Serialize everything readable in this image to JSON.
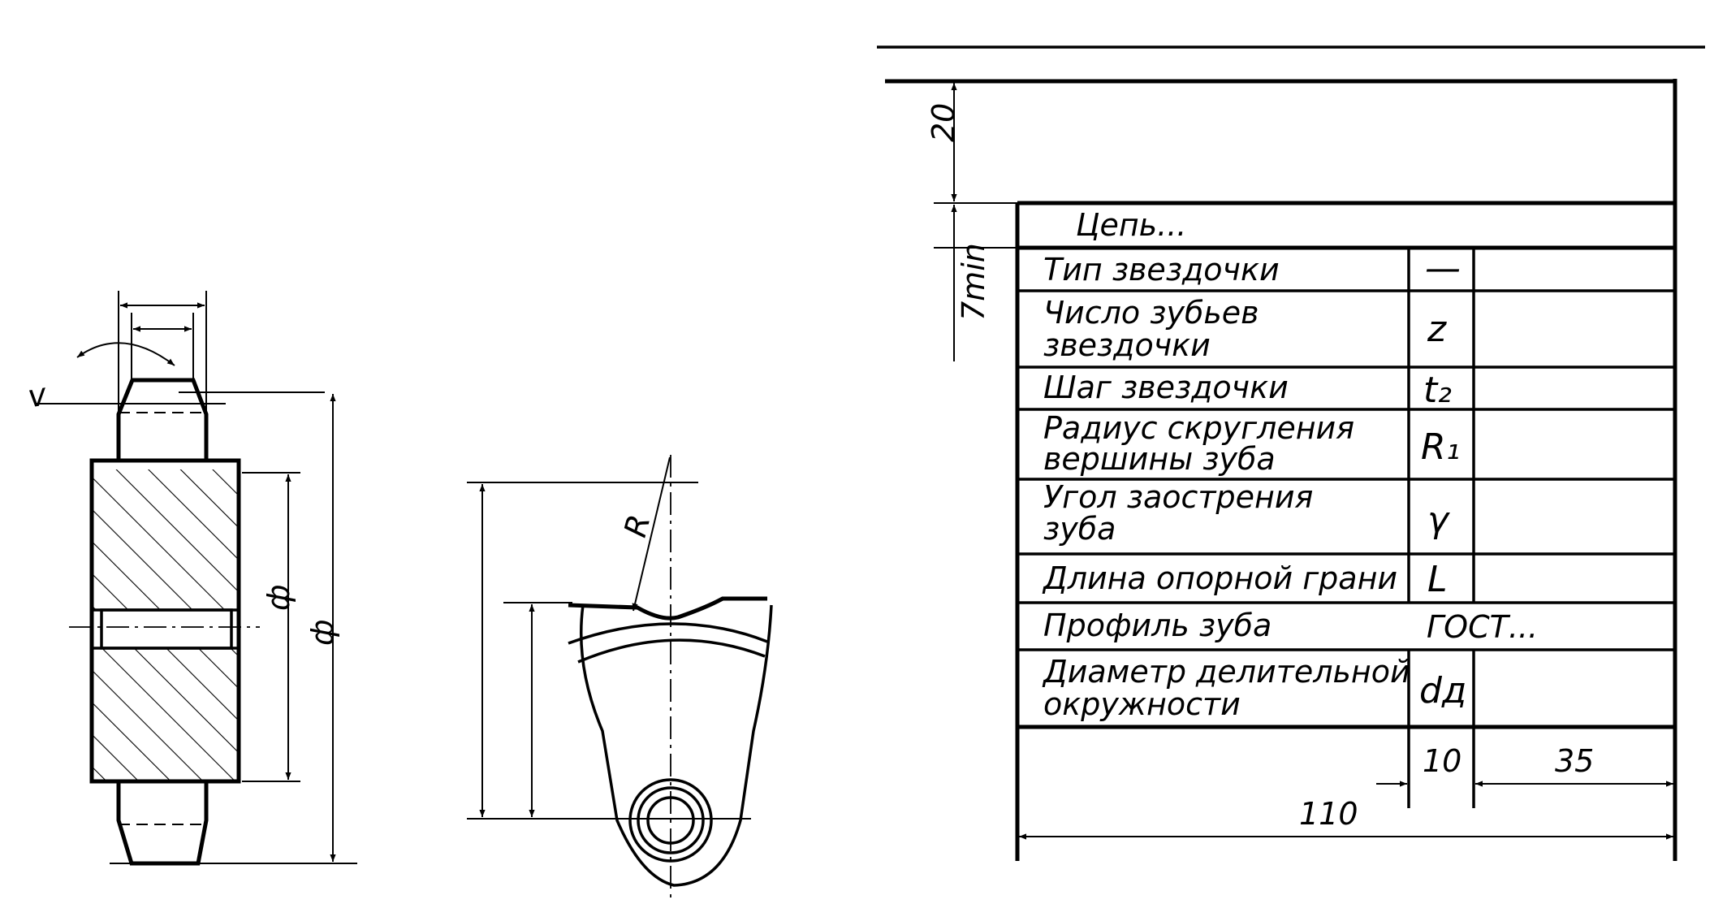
{
  "drawing": {
    "dimensions": {
      "d1_symbol": "ф",
      "d2_symbol": "ф",
      "radius_symbol": "R",
      "angle_symbol": "v",
      "height_20": "20",
      "height_7min": "7min",
      "width_10": "10",
      "width_35": "35",
      "width_110": "110"
    },
    "table": {
      "header": "Цепь...",
      "rows": [
        {
          "label": [
            "Тип звездочки"
          ],
          "symbol": "—"
        },
        {
          "label": [
            "Число зубьев",
            "звездочки"
          ],
          "symbol": "z"
        },
        {
          "label": [
            "Шаг звездочки"
          ],
          "symbol": "t₂"
        },
        {
          "label": [
            "Радиус скругления",
            "вершины зуба"
          ],
          "symbol": "R₁"
        },
        {
          "label": [
            "Угол заострения",
            "зуба"
          ],
          "symbol": "γ"
        },
        {
          "label": [
            "Длина опорной грани"
          ],
          "symbol": "L"
        },
        {
          "label": [
            "Профиль зуба"
          ],
          "symbol": "ГОСТ..."
        },
        {
          "label": [
            "Диаметр делительной",
            "окружности"
          ],
          "symbol": "dд"
        }
      ]
    }
  }
}
